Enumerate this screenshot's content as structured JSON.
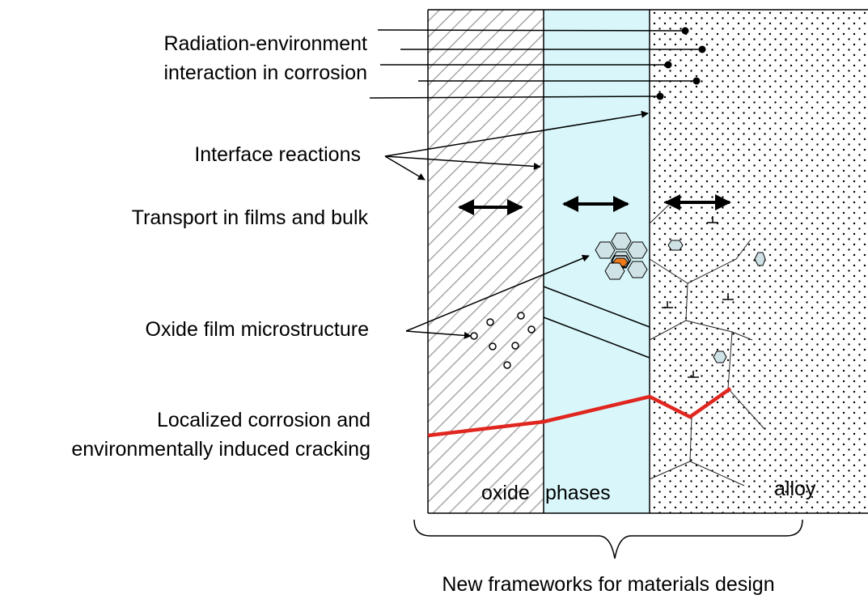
{
  "labels": {
    "radiation_line1": "Radiation-environment",
    "radiation_line2": "interaction in corrosion",
    "interface": "Interface reactions",
    "transport": "Transport in films and bulk",
    "oxide_micro": "Oxide film microstructure",
    "localized_line1": "Localized corrosion and",
    "localized_line2": "environmentally induced cracking",
    "oxide": "oxide",
    "phases": "phases",
    "alloy": "alloy",
    "frameworks": "New frameworks for materials design"
  },
  "colors": {
    "phase_fill": "#d9f7fb",
    "crack": "#e0261f",
    "hexagon": "#cfe3e6",
    "orange": "#f07a1a"
  }
}
